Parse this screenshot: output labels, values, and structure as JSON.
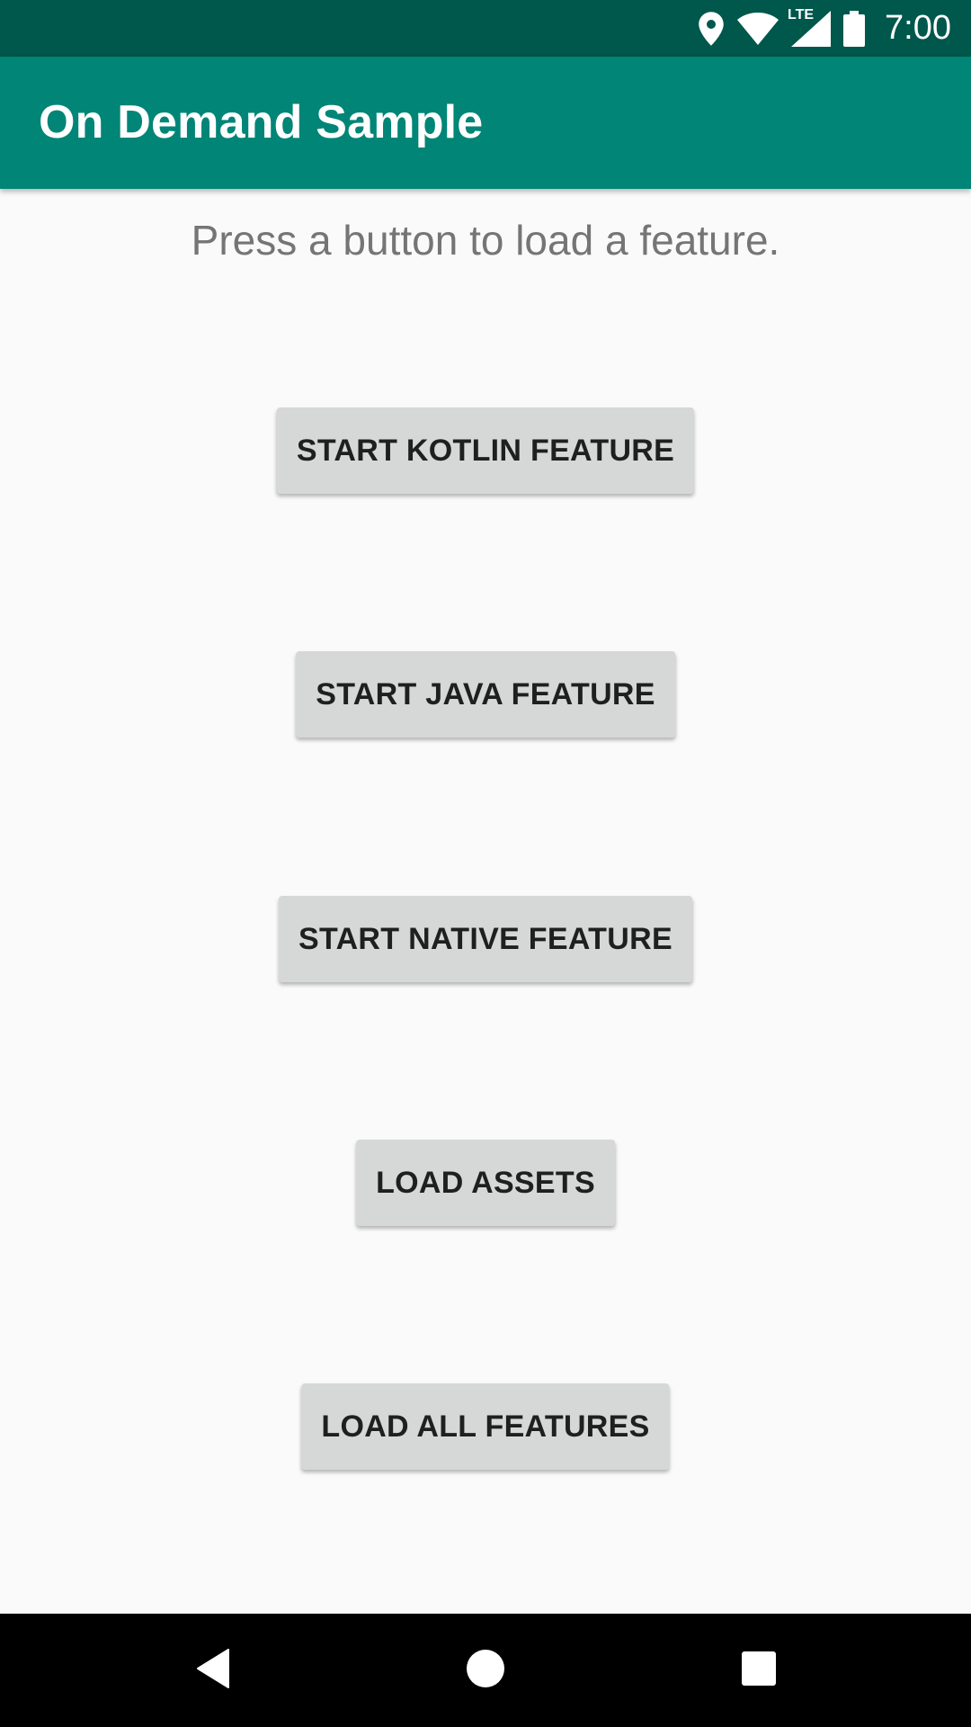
{
  "status_bar": {
    "time": "7:00",
    "network_label": "LTE",
    "icons": [
      "location-icon",
      "wifi-icon",
      "cell-signal-icon",
      "battery-icon"
    ]
  },
  "app_bar": {
    "title": "On Demand Sample"
  },
  "main": {
    "prompt": "Press a button to load a feature.",
    "buttons": [
      {
        "label": "START KOTLIN FEATURE"
      },
      {
        "label": "START JAVA FEATURE"
      },
      {
        "label": "START NATIVE FEATURE"
      },
      {
        "label": "LOAD ASSETS"
      },
      {
        "label": "LOAD ALL FEATURES"
      }
    ]
  },
  "nav_bar": {
    "icons": [
      "back-icon",
      "home-icon",
      "recents-icon"
    ]
  },
  "colors": {
    "status_bar": "#00574b",
    "app_bar": "#008577",
    "background": "#fafafa",
    "button": "#d6d7d7",
    "prompt_text": "#757575"
  }
}
